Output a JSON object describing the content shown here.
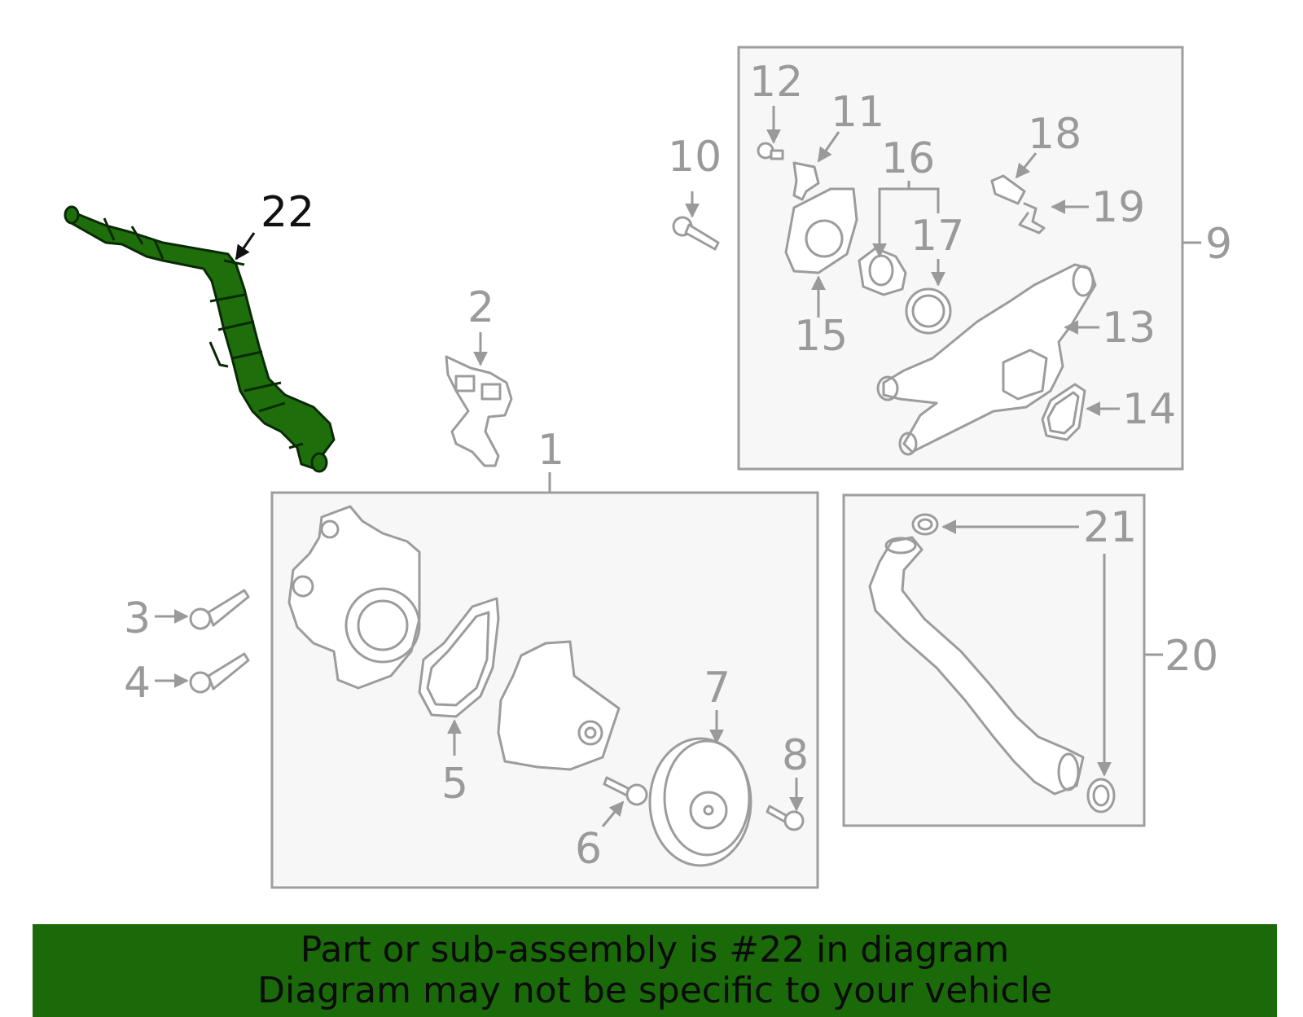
{
  "callouts": {
    "c1": "1",
    "c2": "2",
    "c3": "3",
    "c4": "4",
    "c5": "5",
    "c6": "6",
    "c7": "7",
    "c8": "8",
    "c9": "9",
    "c10": "10",
    "c11": "11",
    "c12": "12",
    "c13": "13",
    "c14": "14",
    "c15": "15",
    "c16": "16",
    "c17": "17",
    "c18": "18",
    "c19": "19",
    "c20": "20",
    "c21": "21",
    "c22": "22"
  },
  "highlighted_part": "22",
  "colors": {
    "highlight_part": "#1f6e0c",
    "banner_bg": "#1a6a0a",
    "callout_gray": "#9a9a9a",
    "line_gray": "#9c9c9c"
  },
  "banner": {
    "line1": "Part or sub-assembly is #22 in diagram",
    "line2": "Diagram may not be specific to your vehicle"
  }
}
